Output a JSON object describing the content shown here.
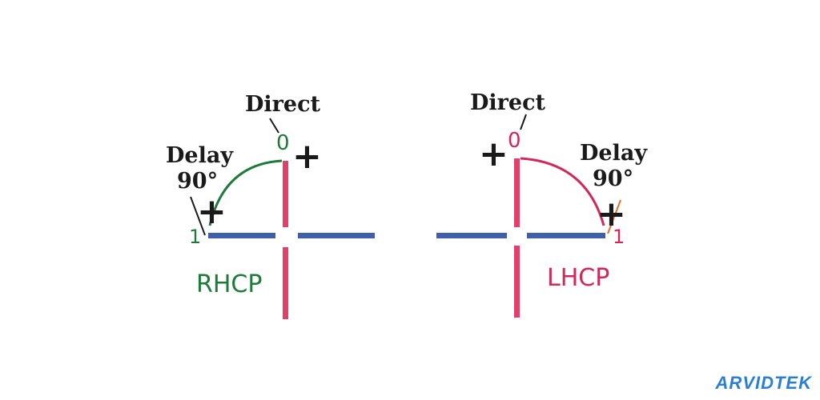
{
  "colors": {
    "horizontal_axis": "#3f5fa8",
    "vertical_axis": "#e0406a",
    "rhcp": "#1f7a3a",
    "lhcp": "#d1285a",
    "text": "#1a1a1a",
    "logo": "#2a7fd4"
  },
  "rhcp_diagram": {
    "direct_label": "Direct",
    "delay_label": "Delay",
    "delay_angle": "90°",
    "zero_label": "0",
    "one_label": "1",
    "plus_sign": "+",
    "name": "RHCP"
  },
  "lhcp_diagram": {
    "direct_label": "Direct",
    "delay_label": "Delay",
    "delay_angle": "90°",
    "zero_label": "0",
    "one_label": "1",
    "plus_sign": "+",
    "name": "LHCP"
  },
  "logo": {
    "text": "ARVIDTEK"
  }
}
